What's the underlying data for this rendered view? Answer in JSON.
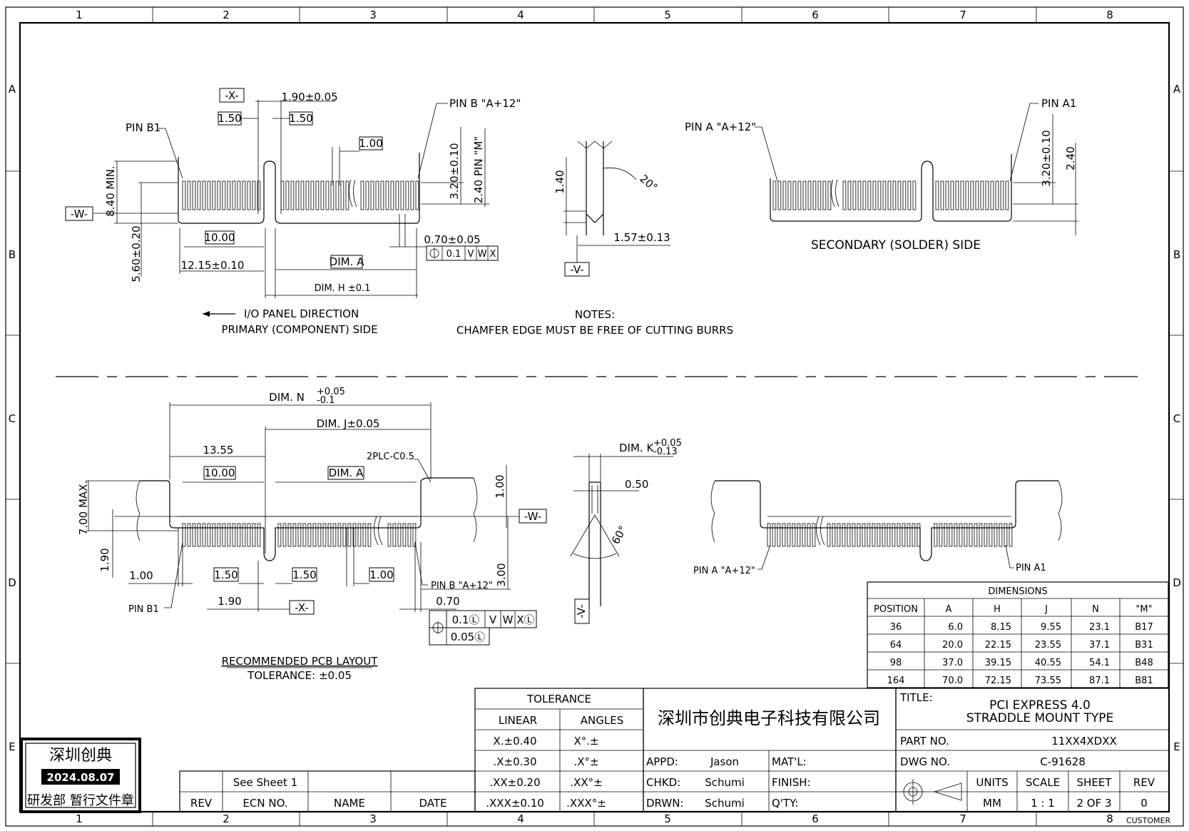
{
  "zones": {
    "cols": [
      "1",
      "2",
      "3",
      "4",
      "5",
      "6",
      "7",
      "8"
    ],
    "rows": [
      "A",
      "B",
      "C",
      "D",
      "E"
    ]
  },
  "top_view": {
    "datum_x": "-X-",
    "dim_190": "1.90±0.05",
    "dim_150a": "1.50",
    "dim_150b": "1.50",
    "dim_100": "1.00",
    "pin_b_label": "PIN B \"A+12\"",
    "pin_b1_label": "PIN B1",
    "dim_320": "3.20±0.10",
    "dim_240m": "2.40 PIN \"M\"",
    "dim_840": "8.40 MIN.",
    "datum_w": "-W-",
    "dim_560": "5.60±0.20",
    "dim_1000": "10.00",
    "dim_070": "0.70±0.05",
    "fcf": [
      "0.1",
      "V",
      "W",
      "X"
    ],
    "dim_1215": "12.15±0.10",
    "dim_a": "DIM. A",
    "dim_h": "DIM. H ±0.1",
    "io_label": "I/O PANEL DIRECTION",
    "primary_label": "PRIMARY (COMPONENT) SIDE"
  },
  "side_view": {
    "dim_140": "1.40",
    "angle_20": "20°",
    "dim_157": "1.57±0.13",
    "datum_v": "-V-"
  },
  "notes": {
    "heading": "NOTES:",
    "text": "CHAMFER EDGE MUST BE FREE OF CUTTING BURRS"
  },
  "secondary_view": {
    "pin_a_label": "PIN A \"A+12\"",
    "pin_a1_label": "PIN A1",
    "dim_320": "3.20±0.10",
    "dim_240": "2.40",
    "label": "SECONDARY (SOLDER) SIDE"
  },
  "pcb_view": {
    "dim_n": "DIM. N",
    "dim_n_tol_up": "+0.05",
    "dim_n_tol_dn": "-0.1",
    "dim_j": "DIM. J±0.05",
    "dim_1355": "13.55",
    "dim_1000": "10.00",
    "dim_a": "DIM. A",
    "chamfer": "2PLC-C0.5",
    "dim_700": "7.00 MAX.",
    "dim_100r": "1.00",
    "datum_w": "-W-",
    "dim_190v": "1.90",
    "dim_300": "3.00",
    "dim_100l": "1.00",
    "dim_150a": "1.50",
    "dim_150b": "1.50",
    "dim_100c": "1.00",
    "pin_b_label": "PIN B \"A+12\"",
    "pin_b1_label": "PIN B1",
    "dim_190h": "1.90",
    "datum_x": "-X-",
    "dim_070": "0.70",
    "fcf1": [
      "0.1Ⓛ",
      "V",
      "W",
      "XⓁ"
    ],
    "fcf2": [
      "0.05Ⓛ"
    ],
    "rec_label": "RECOMMENDED PCB LAYOUT",
    "tol_label": "TOLERANCE: ±0.05"
  },
  "pcb_side": {
    "dim_k": "DIM. K",
    "dim_k_tol_up": "+0.05",
    "dim_k_tol_dn": "-0.13",
    "dim_050": "0.50",
    "angle_60": "60°",
    "datum_v": "-V-"
  },
  "pcb_secondary": {
    "pin_a_label": "PIN A \"A+12\"",
    "pin_a1_label": "PIN A1"
  },
  "dimensions_table": {
    "title": "DIMENSIONS",
    "headers": [
      "POSITION",
      "A",
      "H",
      "J",
      "N",
      "\"M\""
    ],
    "rows": [
      [
        "36",
        "6.0",
        "8.15",
        "9.55",
        "23.1",
        "B17"
      ],
      [
        "64",
        "20.0",
        "22.15",
        "23.55",
        "37.1",
        "B31"
      ],
      [
        "98",
        "37.0",
        "39.15",
        "40.55",
        "54.1",
        "B48"
      ],
      [
        "164",
        "70.0",
        "72.15",
        "73.55",
        "87.1",
        "B81"
      ]
    ]
  },
  "title_block": {
    "tolerance": "TOLERANCE",
    "linear": "LINEAR",
    "angles": "ANGLES",
    "tol_rows": [
      [
        "X.±0.40",
        "X°.±"
      ],
      [
        ".X±0.30",
        ".X°±"
      ],
      [
        ".XX±0.20",
        ".XX°±"
      ],
      [
        ".XXX±0.10",
        ".XXX°±"
      ]
    ],
    "company": "深圳市创典电子科技有限公司",
    "appd_label": "APPD:",
    "appd_value": "Jason",
    "chkd_label": "CHKD:",
    "chkd_value": "Schumi",
    "drwn_label": "DRWN:",
    "drwn_value": "Schumi",
    "matl_label": "MAT'L:",
    "finish_label": "FINISH:",
    "qty_label": "Q'TY:",
    "title_label": "TITLE:",
    "title_line1": "PCI EXPRESS 4.0",
    "title_line2": "STRADDLE MOUNT TYPE",
    "partno_label": "PART NO.",
    "partno_value": "11XX4XDXX",
    "dwgno_label": "DWG NO.",
    "dwgno_value": "C-91628",
    "units_label": "UNITS",
    "units_value": "MM",
    "scale_label": "SCALE",
    "scale_value": "1 : 1",
    "sheet_label": "SHEET",
    "sheet_value": "2 OF 3",
    "rev_label": "REV",
    "rev_value": "0",
    "customer": "CUSTOMER"
  },
  "revision_block": {
    "see_sheet": "See Sheet 1",
    "headers": [
      "REV",
      "ECN NO.",
      "NAME",
      "DATE"
    ]
  },
  "stamp": {
    "name": "深圳创典",
    "date": "2024.08.07",
    "footer": "研发部 暂行文件章"
  }
}
